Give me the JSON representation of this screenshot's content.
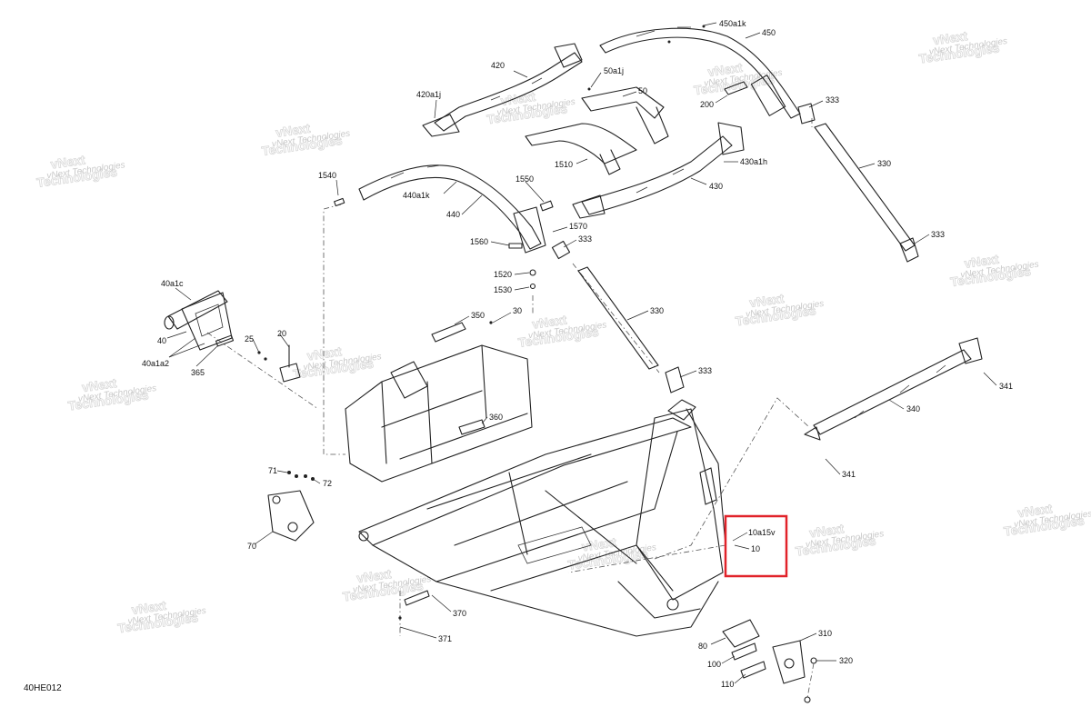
{
  "figure_code": "40HE012",
  "watermark": {
    "line1": "vNext",
    "line2": "Technologies",
    "inline": "vNext Technologies"
  },
  "highlight_color": "#e1232a",
  "callouts": {
    "c450a1k": "450a1k",
    "c450": "450",
    "c420": "420",
    "c50a1j": "50a1j",
    "c50": "50",
    "c420a1j": "420a1j",
    "c200": "200",
    "c333_top": "333",
    "c1510": "1510",
    "c430a1h": "430a1h",
    "c330_top": "330",
    "c430": "430",
    "c1540": "1540",
    "c1550": "1550",
    "c440a1k": "440a1k",
    "c440": "440",
    "c1570": "1570",
    "c1560": "1560",
    "c333_mid": "333",
    "c333_right": "333",
    "c1520": "1520",
    "c1530": "1530",
    "c40a1c": "40a1c",
    "c40": "40",
    "c40a1a2": "40a1a2",
    "c365": "365",
    "c25": "25",
    "c20": "20",
    "c350": "350",
    "c30": "30",
    "c330_mid": "330",
    "c333_low": "333",
    "c341_top": "341",
    "c340": "340",
    "c360": "360",
    "c341_bot": "341",
    "c71": "71",
    "c72": "72",
    "c70": "70",
    "c10a15v": "10a15v",
    "c10": "10",
    "c370": "370",
    "c371": "371",
    "c310": "310",
    "c80": "80",
    "c100": "100",
    "c320": "320",
    "c110": "110"
  }
}
